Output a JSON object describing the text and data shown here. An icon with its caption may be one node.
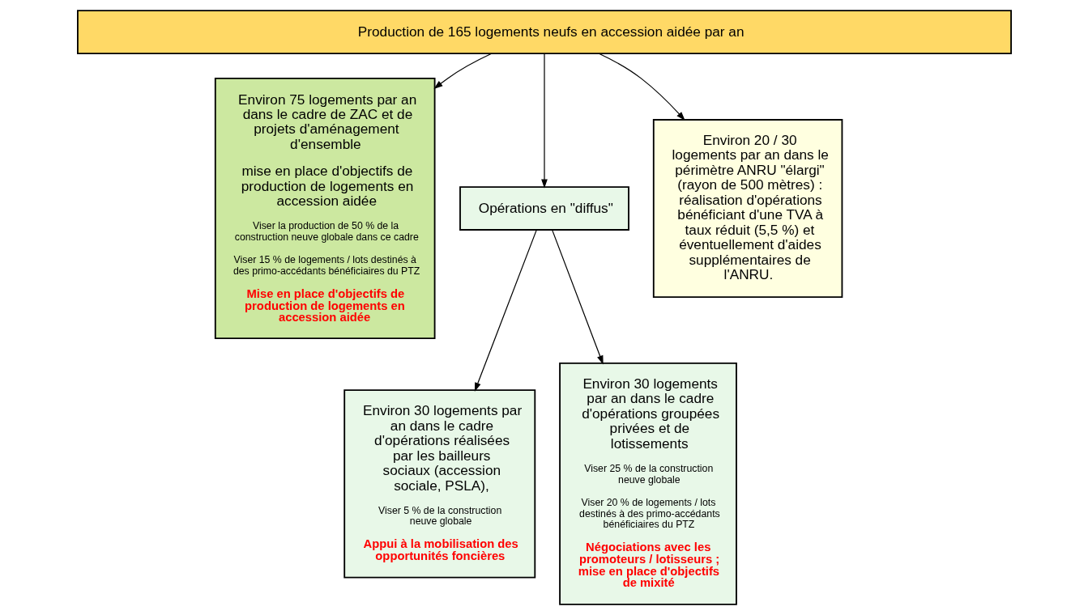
{
  "diagram": {
    "nodes": [
      {
        "text": [
          "Production de 165 logements neufs en accession aidée par an"
        ]
      },
      {
        "text": [
          "Environ 75 logements par an dans le cadre de ZAC et de projets d'aménagement d'ensemble",
          "mise en place d'objectifs de production de logements en accession aidée",
          "Viser la production de 50 % de la construction neuve globale dans ce cadre",
          "Viser 15 % de logements / lots destinés à des primo-accédants bénéficiaires du PTZ",
          "Mise en place d'objectifs de production de logements en accession aidée"
        ]
      },
      {
        "text": [
          "Opérations en \"diffus\""
        ]
      },
      {
        "text": [
          "Environ 30 logements par an dans le cadre d'opérations réalisées par les bailleurs sociaux (accession sociale, PSLA),",
          "Viser 5 % de la construction neuve globale",
          "Appui à la mobilisation des opportunités foncières"
        ]
      },
      {
        "text": [
          "Environ 30 logements par an dans le cadre d'opérations groupées privées et de lotissements",
          "Viser 25 % de la construction neuve globale",
          "Viser 20 % de logements / lots destinés à des primo-accédants bénéficiaires du PTZ",
          "Négociations avec les promoteurs / lotisseurs ; mise en place d'objectifs de mixité"
        ]
      },
      {
        "text": [
          "Environ 20 / 30 logements par an dans le périmètre ANRU \"élargi\" (rayon de 500 mètres) : réalisation d'opérations bénéficiant d'une TVA à taux réduit (5,5 %) et éventuellement d'aides supplémentaires de l'ANRU."
        ]
      }
    ],
    "edges": [
      {
        "from": 0,
        "to": 1,
        "arrow": "to"
      },
      {
        "from": 0,
        "to": 2,
        "arrow": "to"
      },
      {
        "from": 0,
        "to": 5,
        "arrow": "to"
      },
      {
        "from": 2,
        "to": 3,
        "arrow": "to"
      },
      {
        "from": 2,
        "to": 4,
        "arrow": "to"
      }
    ]
  }
}
